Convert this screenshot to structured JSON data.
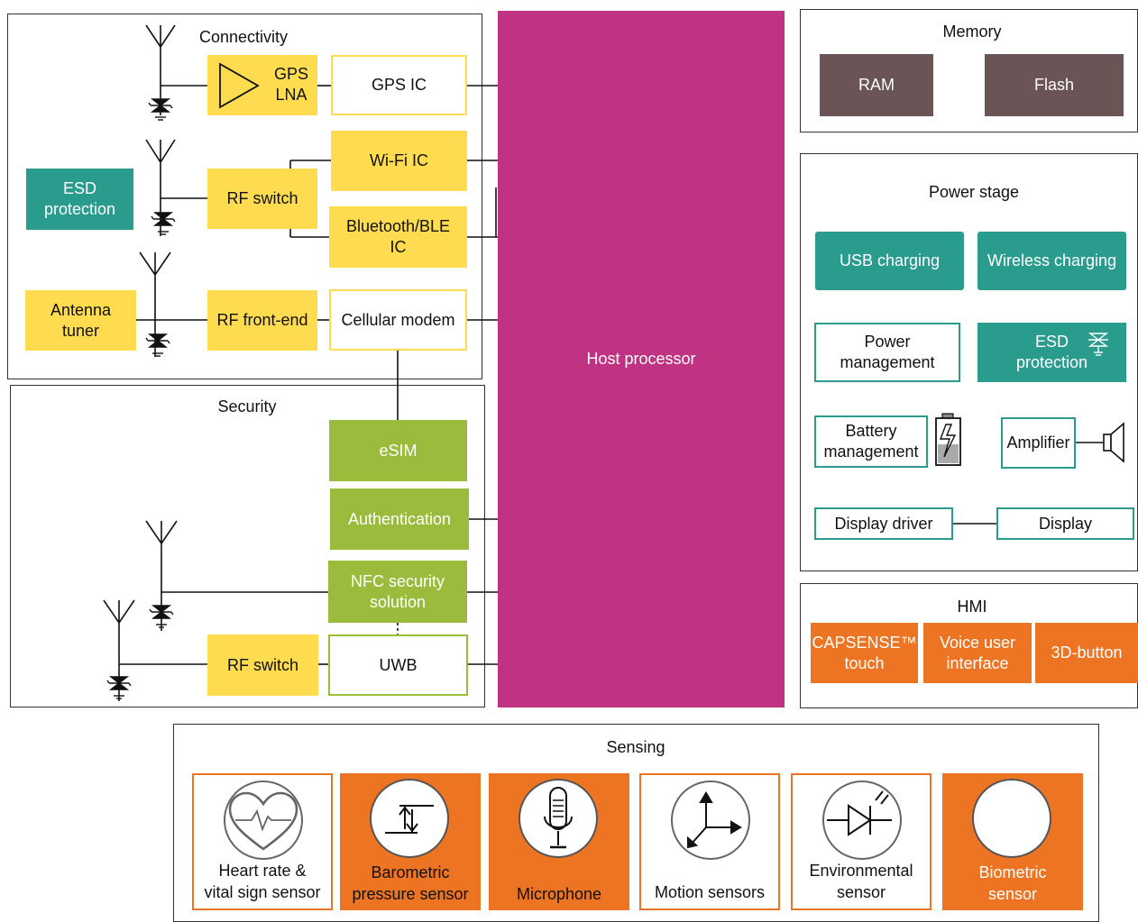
{
  "connectivity": {
    "title": "Connectivity",
    "gps_lna": "GPS\nLNA",
    "gps_ic": "GPS IC",
    "esd": "ESD\nprotection",
    "rf_switch": "RF switch",
    "wifi": "Wi-Fi IC",
    "bluetooth": "Bluetooth/BLE\nIC",
    "antenna_tuner": "Antenna\ntuner",
    "rf_frontend": "RF front-end",
    "cellular": "Cellular modem"
  },
  "security": {
    "title": "Security",
    "esim": "eSIM",
    "authentication": "Authentication",
    "nfc": "NFC security\nsolution",
    "rf_switch": "RF switch",
    "uwb": "UWB"
  },
  "host": {
    "label": "Host processor"
  },
  "memory": {
    "title": "Memory",
    "ram": "RAM",
    "flash": "Flash"
  },
  "power": {
    "title": "Power stage",
    "usb": "USB charging",
    "wireless": "Wireless charging",
    "power_mgmt": "Power\nmanagement",
    "esd": "ESD\nprotection",
    "battery": "Battery\nmanagement",
    "amplifier": "Amplifier",
    "display_driver": "Display driver",
    "display": "Display"
  },
  "hmi": {
    "title": "HMI",
    "capsense": "CAPSENSE™\ntouch",
    "voice": "Voice user\ninterface",
    "button3d": "3D-button"
  },
  "sensing": {
    "title": "Sensing",
    "items": [
      {
        "label": "Heart rate &\nvital sign sensor",
        "icon": "heart-rate-icon"
      },
      {
        "label": "Barometric\npressure sensor",
        "icon": "pressure-icon"
      },
      {
        "label": "Microphone",
        "icon": "microphone-icon"
      },
      {
        "label": "Motion sensors",
        "icon": "motion-axes-icon"
      },
      {
        "label": "Environmental\nsensor",
        "icon": "environmental-diode-icon"
      },
      {
        "label": "Biometric\nsensor",
        "icon": "biometric-icon"
      }
    ]
  },
  "colors": {
    "connectivity": "#ffdc4f",
    "esd": "#2a9c8e",
    "security": "#9bbb3c",
    "host": "#c03282",
    "memory": "#6b5455",
    "hmi_sensing": "#ec7422"
  }
}
